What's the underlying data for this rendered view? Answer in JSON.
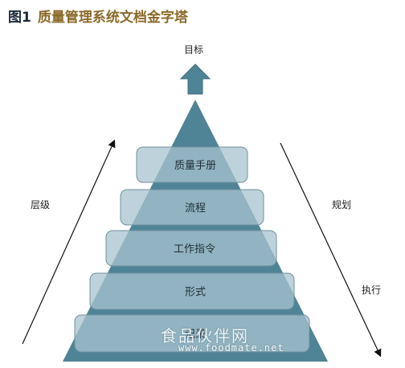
{
  "title": {
    "number": "图1",
    "text": "质量管理系统文档金字塔"
  },
  "goal_label": "目标",
  "left_label": "层级",
  "right_label_top": "规划",
  "right_label_bottom": "执行",
  "levels": [
    {
      "label": "质量手册"
    },
    {
      "label": "流程"
    },
    {
      "label": "工作指令"
    },
    {
      "label": "形式"
    },
    {
      "label": "记录"
    }
  ],
  "watermark": {
    "text": "食品伙伴网",
    "url": "www.foodmate.net"
  },
  "colors": {
    "pyramid": "#4f8496",
    "box_fill": "#a8c3cf",
    "box_stroke": "#6f8f9e",
    "arrow": "#4f8496"
  }
}
